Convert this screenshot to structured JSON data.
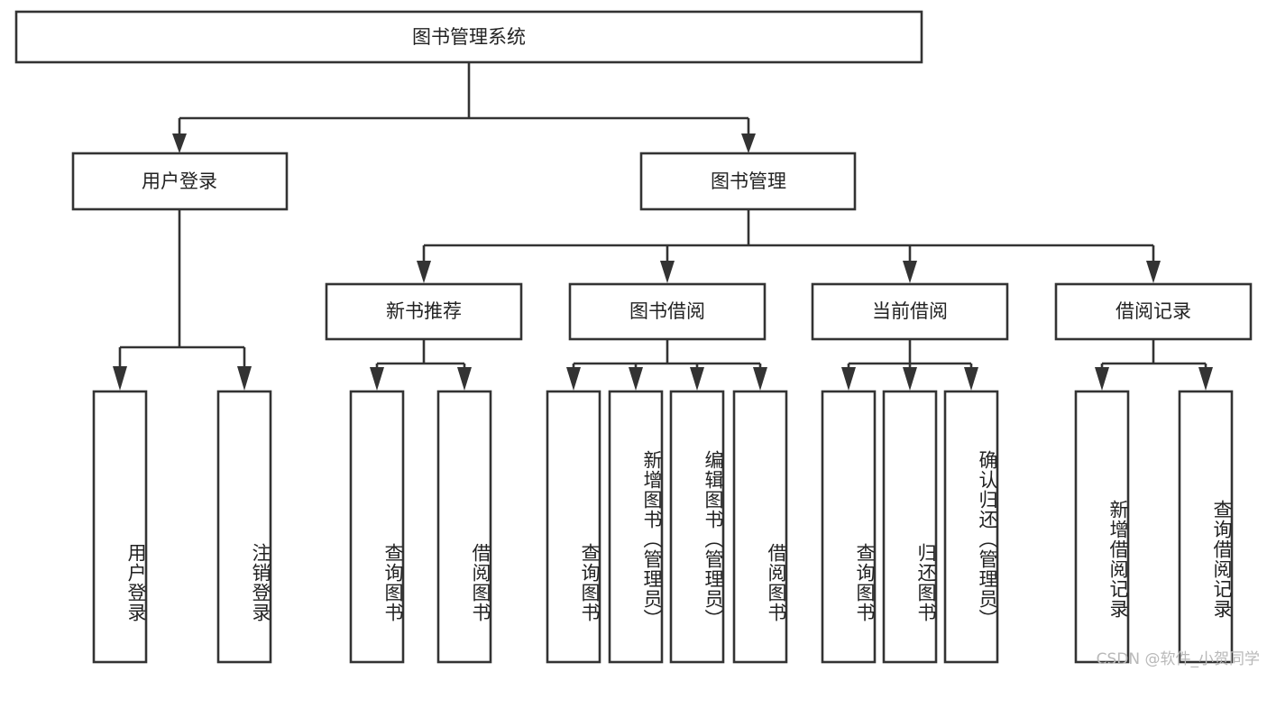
{
  "diagram": {
    "type": "hierarchy-tree",
    "title_node": "图书管理系统",
    "watermark": "CSDN @软件_小贺同学",
    "colors": {
      "stroke": "#333333",
      "fill": "#ffffff",
      "text": "#222222",
      "watermark": "#b9b9b9"
    },
    "levels": {
      "level1": [
        {
          "id": "root",
          "label": "图书管理系统"
        }
      ],
      "level2": [
        {
          "id": "user-login",
          "label": "用户登录"
        },
        {
          "id": "book-manage",
          "label": "图书管理"
        }
      ],
      "level3": [
        {
          "id": "new-book-recommend",
          "label": "新书推荐"
        },
        {
          "id": "book-borrow",
          "label": "图书借阅"
        },
        {
          "id": "current-borrow",
          "label": "当前借阅"
        },
        {
          "id": "borrow-record",
          "label": "借阅记录"
        }
      ],
      "level4": [
        {
          "id": "leaf-user-login",
          "label": "用户登录",
          "parent": "user-login"
        },
        {
          "id": "leaf-logout",
          "label": "注销登录",
          "parent": "user-login"
        },
        {
          "id": "leaf-query-book-1",
          "label": "查询图书",
          "parent": "new-book-recommend"
        },
        {
          "id": "leaf-borrow-book-1",
          "label": "借阅图书",
          "parent": "new-book-recommend"
        },
        {
          "id": "leaf-query-book-2",
          "label": "查询图书",
          "parent": "book-borrow"
        },
        {
          "id": "leaf-add-book",
          "label": "新增图书（管理员）",
          "parent": "book-borrow"
        },
        {
          "id": "leaf-edit-book",
          "label": "编辑图书（管理员）",
          "parent": "book-borrow"
        },
        {
          "id": "leaf-borrow-book-2",
          "label": "借阅图书",
          "parent": "book-borrow"
        },
        {
          "id": "leaf-query-book-3",
          "label": "查询图书",
          "parent": "current-borrow"
        },
        {
          "id": "leaf-return-book",
          "label": "归还图书",
          "parent": "current-borrow"
        },
        {
          "id": "leaf-confirm-return",
          "label": "确认归还（管理员）",
          "parent": "current-borrow"
        },
        {
          "id": "leaf-add-record",
          "label": "新增借阅记录",
          "parent": "borrow-record"
        },
        {
          "id": "leaf-query-record",
          "label": "查询借阅记录",
          "parent": "borrow-record"
        }
      ]
    }
  }
}
